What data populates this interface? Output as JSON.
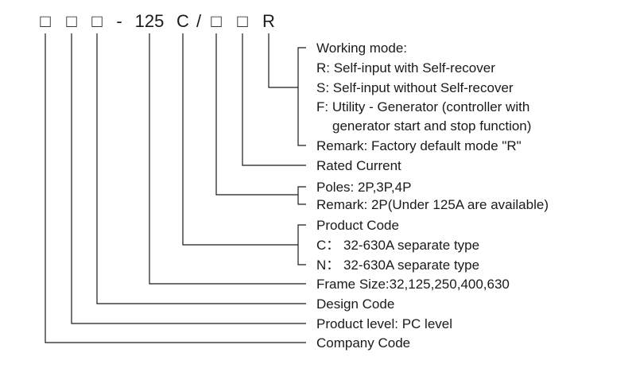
{
  "code_chars": [
    "□",
    "□",
    "□",
    "-",
    "125",
    "C",
    "/",
    "□",
    "□",
    "R"
  ],
  "lines": [
    "Working mode:",
    "R: Self-input with Self-recover",
    "S: Self-input without Self-recover",
    "F: Utility - Generator (controller with",
    "generator start and stop function)",
    "Remark:  Factory default mode \"R\"",
    "Rated Current",
    "Poles: 2P,3P,4P",
    "Remark: 2P(Under 125A are available)",
    "Product Code",
    "C： 32-630A separate type",
    "N： 32-630A separate type",
    "Frame Size:32,125,250,400,630",
    "Design Code",
    "Product level: PC  level",
    "Company Code"
  ],
  "colors": {
    "ink": "#1a1a1a",
    "background": "#ffffff"
  }
}
